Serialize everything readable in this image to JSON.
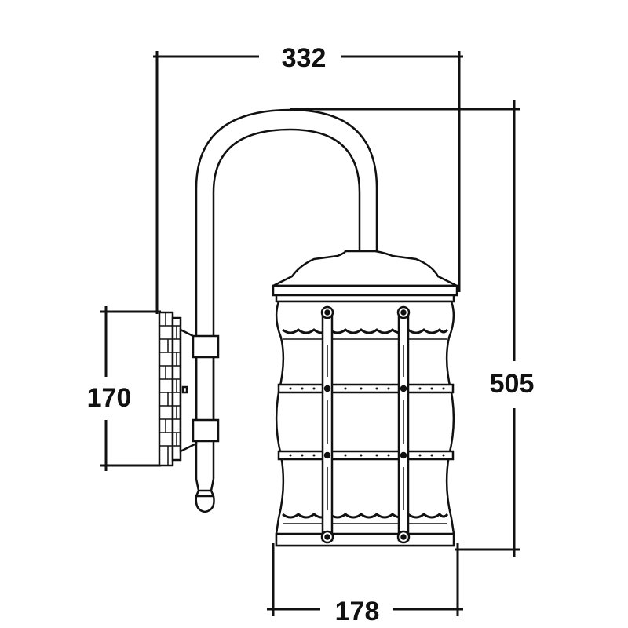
{
  "dimensions": {
    "overall_width": "332",
    "overall_height": "505",
    "backplate_height": "170",
    "lantern_width": "178"
  },
  "colors": {
    "line": "#111111",
    "background": "#ffffff"
  }
}
